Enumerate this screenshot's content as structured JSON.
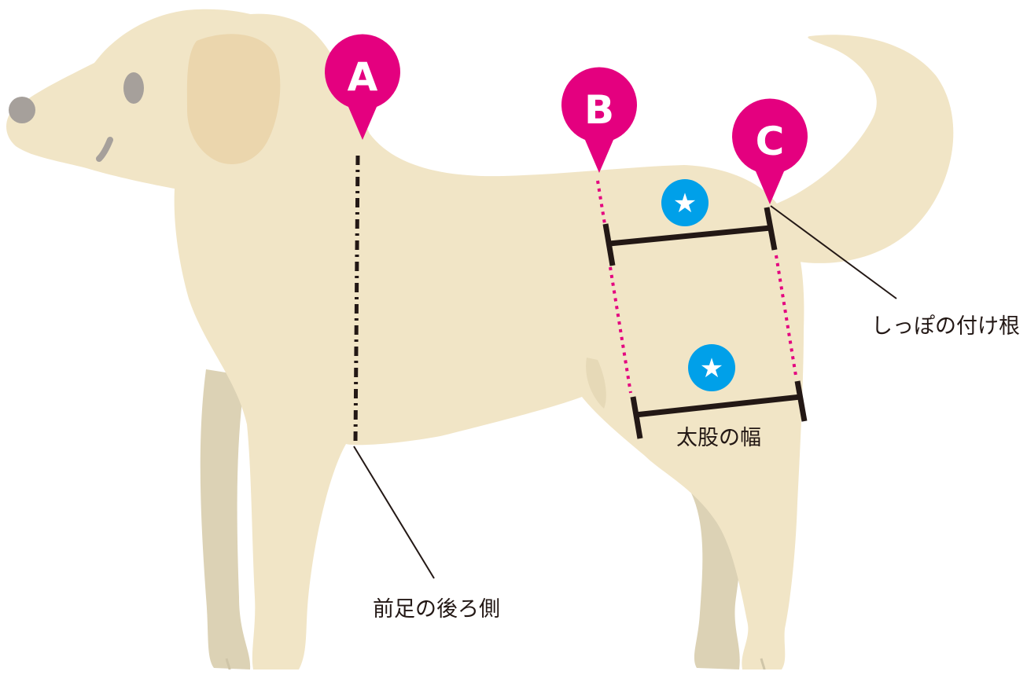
{
  "colors": {
    "body": "#f1e5c6",
    "shadow_legs": "#dcd2b5",
    "ear": "#ebd6ad",
    "eye_nose": "#a6a09b",
    "pin": "#e4007f",
    "star": "#00a0e9",
    "measure_line": "#231815",
    "text": "#231815"
  },
  "markers": [
    {
      "letter": "A",
      "icon": "map-pin-icon"
    },
    {
      "letter": "B",
      "icon": "map-pin-icon"
    },
    {
      "letter": "C",
      "icon": "map-pin-icon"
    }
  ],
  "callouts": {
    "front_leg_back": "前足の後ろ側",
    "tail_base": "しっぽの付け根",
    "thigh_width": "太股の幅"
  },
  "stars": [
    {
      "icon": "star-badge-icon",
      "glyph": "★"
    },
    {
      "icon": "star-badge-icon",
      "glyph": "★"
    }
  ]
}
